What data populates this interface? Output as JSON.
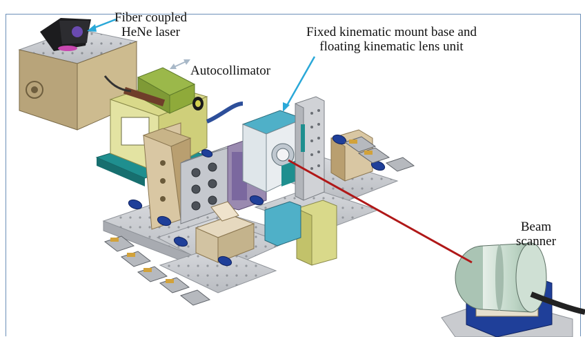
{
  "labels": {
    "laser": [
      "Fiber coupled",
      "HeNe laser"
    ],
    "autocollimator": "Autocollimator",
    "mount": [
      "Fixed kinematic mount base and",
      "floating kinematic lens unit"
    ],
    "scanner": [
      "Beam",
      "scanner"
    ]
  },
  "colors": {
    "frame": "#6a8fb8",
    "plate": "#c9cbcf",
    "plate_edge": "#8f9399",
    "bracket_tan": "#d9c7a3",
    "bracket_yellow": "#d9d98a",
    "laser_beam": "#b01818",
    "callout_arrow": "#2aa8d8",
    "knob_blue": "#1f3f99",
    "base_teal": "#1f8f8f",
    "autocollimator_green": "#8faa3a",
    "scanner_body": "#bcd4c4"
  },
  "icons": [
    "laser-beam",
    "callout-arrow",
    "optical-breadboard",
    "screw-hole"
  ]
}
